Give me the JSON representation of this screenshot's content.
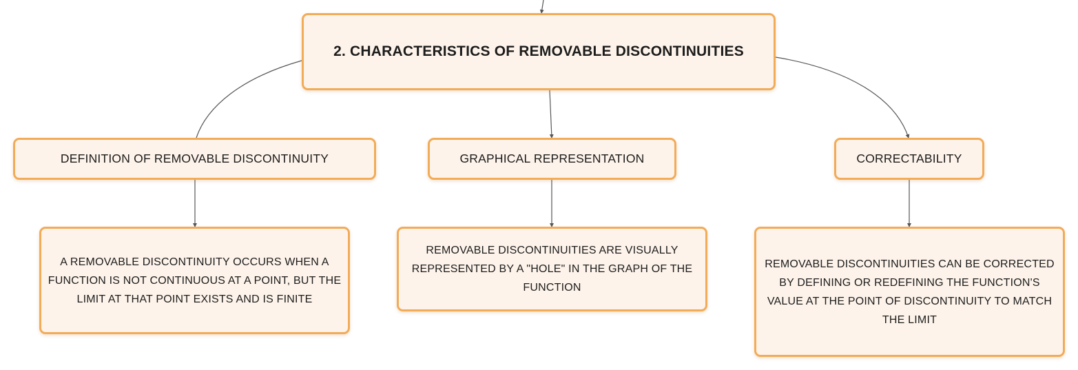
{
  "root": {
    "label": "2. CHARACTERISTICS OF REMOVABLE DISCONTINUITIES"
  },
  "branches": [
    {
      "label": "DEFINITION OF REMOVABLE DISCONTINUITY",
      "detail": "A REMOVABLE DISCONTINUITY OCCURS WHEN A FUNCTION IS NOT CONTINUOUS AT A POINT, BUT THE LIMIT AT THAT POINT EXISTS AND IS FINITE"
    },
    {
      "label": "GRAPHICAL REPRESENTATION",
      "detail": "REMOVABLE DISCONTINUITIES ARE VISUALLY REPRESENTED BY A \"HOLE\" IN THE GRAPH OF THE FUNCTION"
    },
    {
      "label": "CORRECTABILITY",
      "detail": "REMOVABLE DISCONTINUITIES CAN BE CORRECTED BY DEFINING OR REDEFINING THE FUNCTION'S VALUE AT THE POINT OF DISCONTINUITY TO MATCH THE LIMIT"
    }
  ],
  "colors": {
    "node_fill": "#fdf3ea",
    "node_border": "#f2ab57",
    "connector": "#555555",
    "text": "#1c1c1c"
  }
}
